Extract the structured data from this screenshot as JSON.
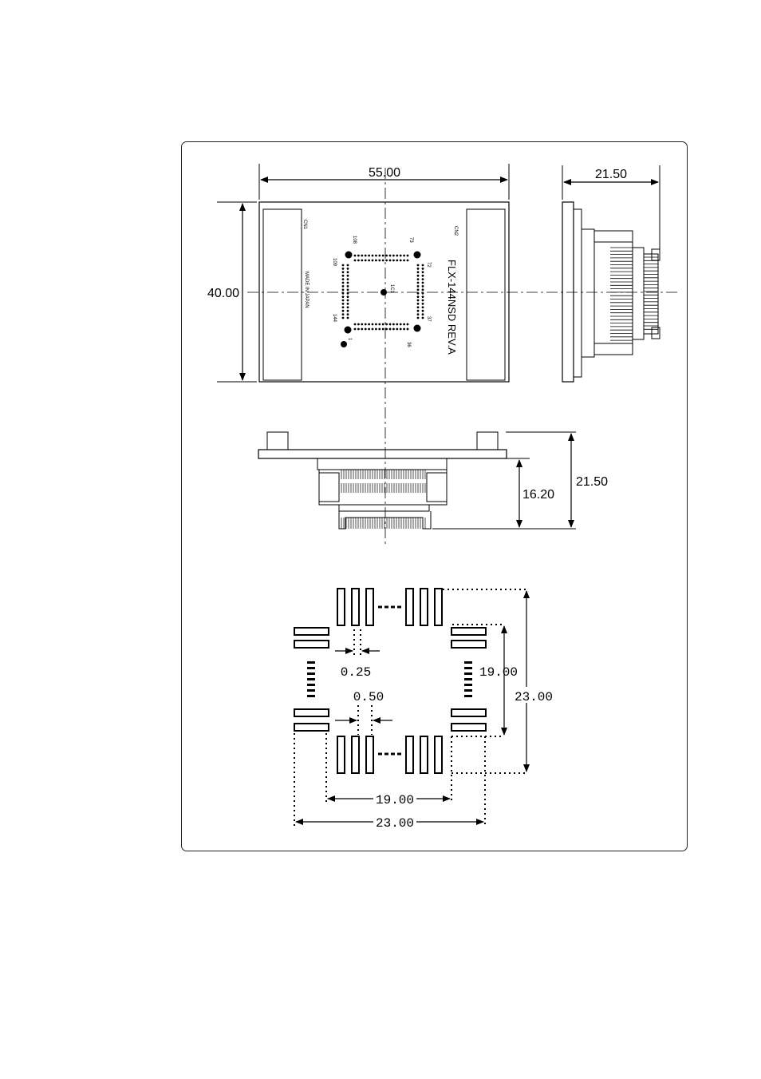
{
  "top_view": {
    "width_dim": "55.00",
    "height_dim": "40.00",
    "board_label": "FLX-144NSD REV.A",
    "made_in": "MADE IN JAPAN",
    "cn1": "CN1",
    "cn2": "CN2",
    "pin_108": "108",
    "pin_73": "73",
    "pin_109": "109",
    "pin_72": "72",
    "pin_144": "144",
    "pin_37": "37",
    "pin_1": "1",
    "pin_36": "36",
    "center_label": "1C1"
  },
  "side_view": {
    "depth_dim": "21.50"
  },
  "front_view": {
    "height_total": "21.50",
    "height_lower": "16.20"
  },
  "footprint": {
    "pitch": "0.25",
    "pad_width": "0.50",
    "inner_v": "19.00",
    "outer_v": "23.00",
    "inner_h": "19.00",
    "outer_h": "23.00"
  }
}
